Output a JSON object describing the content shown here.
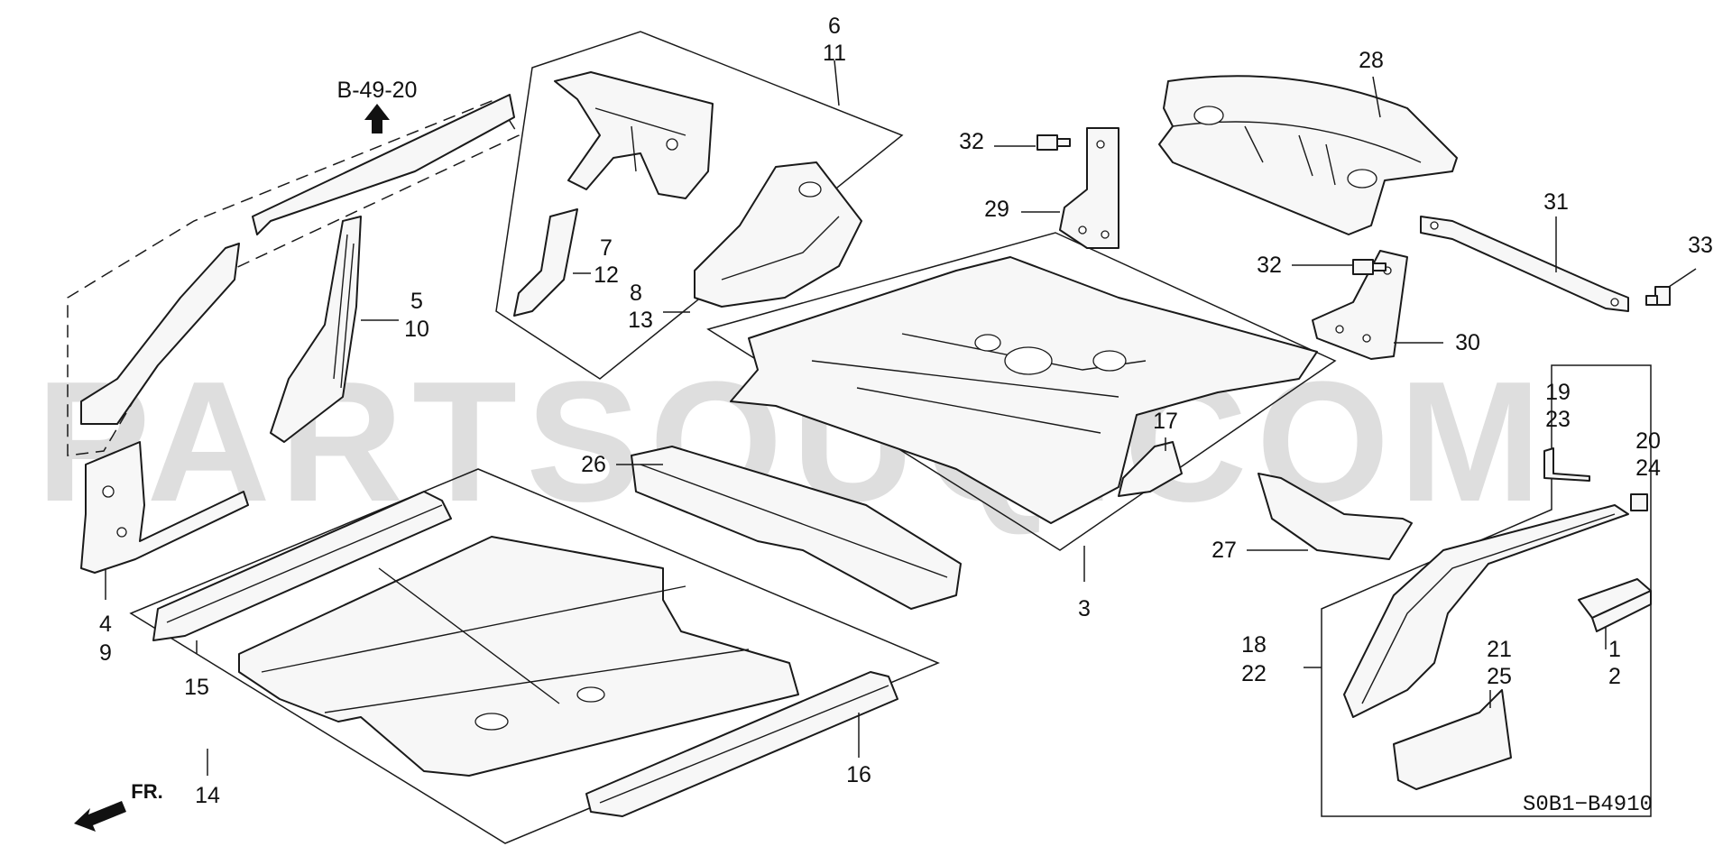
{
  "diagram": {
    "watermark": "PARTSOUQ.COM",
    "reference": "B-49-20",
    "front_marker": "FR.",
    "drawing_code": "S0B1−B4910",
    "callouts": {
      "c1": "1",
      "c2": "2",
      "c3": "3",
      "c4": "4",
      "c5": "5",
      "c6": "6",
      "c7": "7",
      "c8": "8",
      "c9": "9",
      "c10": "10",
      "c11": "11",
      "c12": "12",
      "c13": "13",
      "c14": "14",
      "c15": "15",
      "c16": "16",
      "c17": "17",
      "c18": "18",
      "c19": "19",
      "c20": "20",
      "c21": "21",
      "c22": "22",
      "c23": "23",
      "c24": "24",
      "c25": "25",
      "c26": "26",
      "c27": "27",
      "c28": "28",
      "c29": "29",
      "c30": "30",
      "c31": "31",
      "c32a": "32",
      "c32b": "32",
      "c33": "33"
    }
  }
}
